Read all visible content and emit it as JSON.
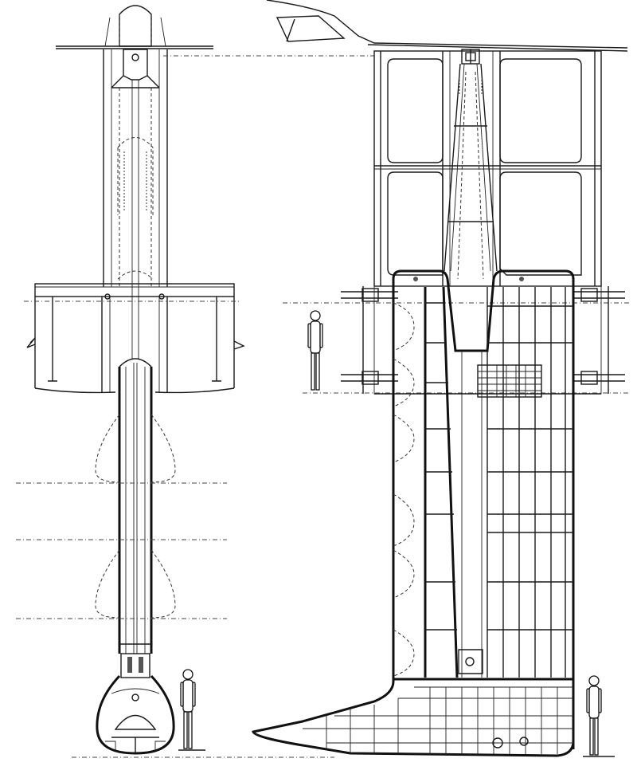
{
  "drawing": {
    "views": [
      "front-view",
      "side-view"
    ],
    "scale_figures": 3,
    "waterline_labels": [
      "",
      "",
      ""
    ]
  },
  "colors": {
    "line": "#1a1a1a",
    "background": "#ffffff"
  }
}
